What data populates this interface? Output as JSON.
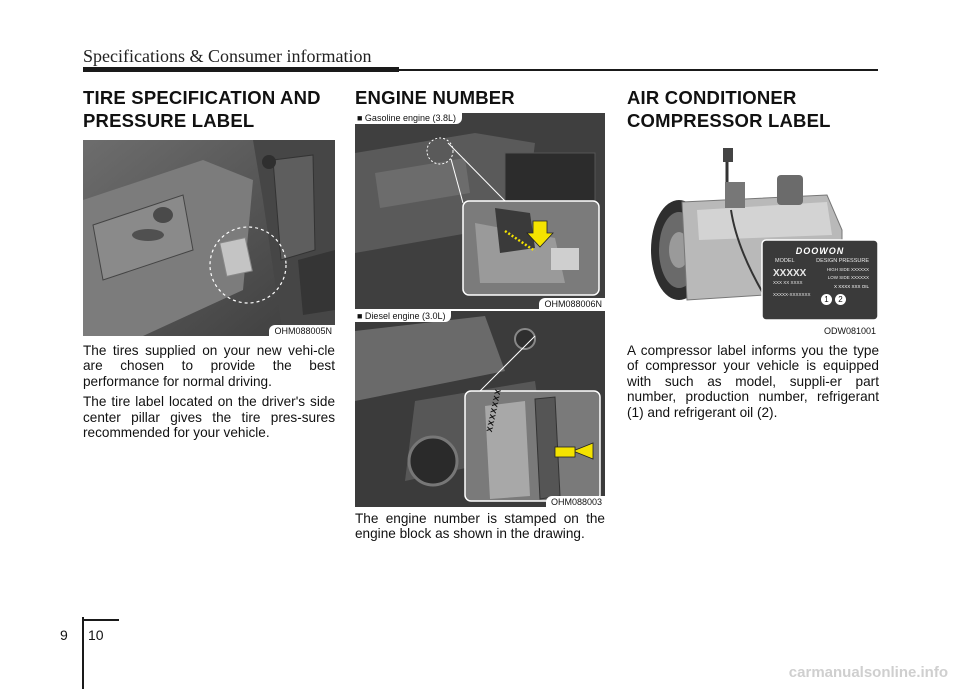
{
  "header": {
    "title": "Specifications & Consumer information"
  },
  "tire": {
    "heading_line1": "TIRE SPECIFICATION AND",
    "heading_line2": "PRESSURE LABEL",
    "photo_code": "OHM088005N",
    "paragraph1": "The tires supplied on your new vehi-cle are chosen to provide the best performance for normal driving.",
    "paragraph2": "The tire label located on the driver's side center pillar gives the tire pres-sures recommended for your vehicle."
  },
  "engine": {
    "heading": "ENGINE NUMBER",
    "gasoline_label": "■ Gasoline engine (3.8L)",
    "gasoline_code": "OHM088006N",
    "diesel_label": "■ Diesel engine (3.0L)",
    "diesel_code": "OHM088003",
    "stamp_text": "XXXXXXX",
    "paragraph": "The engine number is stamped on the engine block as shown in the drawing."
  },
  "ac": {
    "heading_line1": "AIR CONDITIONER",
    "heading_line2": "COMPRESSOR LABEL",
    "photo_code": "ODW081001",
    "brand": "DOOWON",
    "model_label": "MODEL",
    "design_pressure_label": "DESIGN PRESSURE",
    "model_value": "XXXXX",
    "model_sub": "XXX XX XXXX",
    "high_side": "HIGH SIDE XXXXXX",
    "low_side": "LOW SIDE XXXXXX",
    "oil_line": "X XXXX XXX OIL",
    "serial": "XXXXX-XXXXXXX",
    "marker1": "1",
    "marker2": "2",
    "paragraph": "A compressor label informs you the type of compressor your vehicle is equipped with such as model, suppli-er part number, production number, refrigerant (1) and refrigerant oil (2)."
  },
  "footer": {
    "chapter": "9",
    "page": "10"
  },
  "watermark": "carmanualsonline.info"
}
